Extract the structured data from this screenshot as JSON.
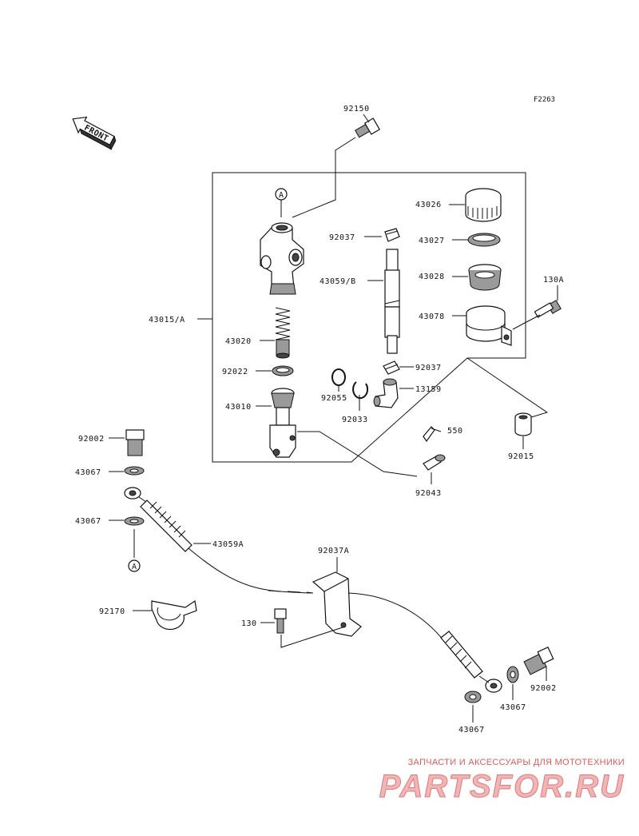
{
  "figure_code": "F2263",
  "front_label": "FRONT",
  "ref_marker": "A",
  "watermark": {
    "tagline": "ЗАПЧАСТИ И АКСЕССУАРЫ ДЛЯ МОТОТЕХНИКИ",
    "brand": "PARTSFOR.RU"
  },
  "labels": {
    "p92150": "92150",
    "p43026": "43026",
    "p92037a": "92037",
    "p43027": "43027",
    "p43059b": "43059/B",
    "p43028": "43028",
    "p130a": "130A",
    "p43078": "43078",
    "p43015a": "43015/A",
    "p43020": "43020",
    "p92022": "92022",
    "p92037b": "92037",
    "p92055": "92055",
    "p13159": "13159",
    "p43010": "43010",
    "p92033": "92033",
    "p550": "550",
    "p92015": "92015",
    "p92002a": "92002",
    "p43067a": "43067",
    "p92043": "92043",
    "p43067b": "43067",
    "p43059a": "43059A",
    "p92037A": "92037A",
    "p92170": "92170",
    "p130": "130",
    "p92002b": "92002",
    "p43067c": "43067",
    "p43067d": "43067"
  }
}
